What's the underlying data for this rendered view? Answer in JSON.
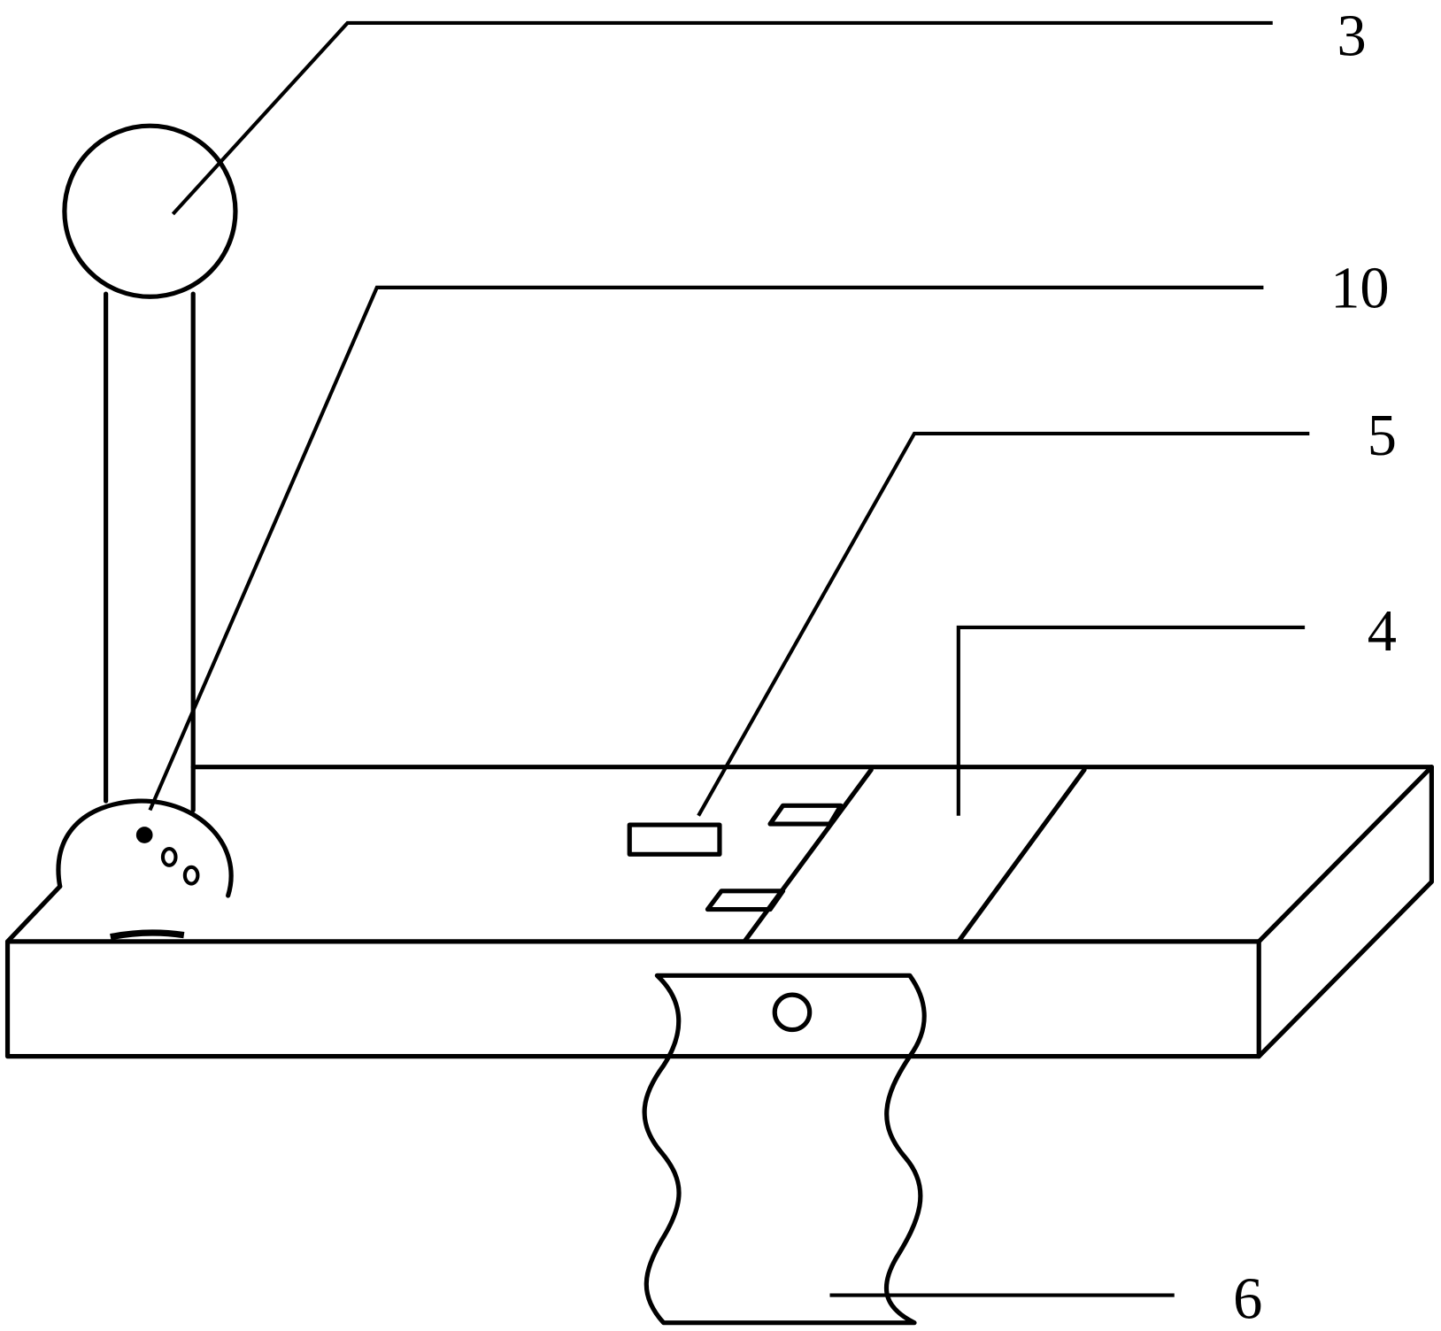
{
  "figure": {
    "labels": {
      "l3": "3",
      "l10": "10",
      "l5": "5",
      "l4": "4",
      "l6": "6"
    },
    "colors": {
      "stroke": "#000000",
      "background": "#ffffff"
    }
  }
}
